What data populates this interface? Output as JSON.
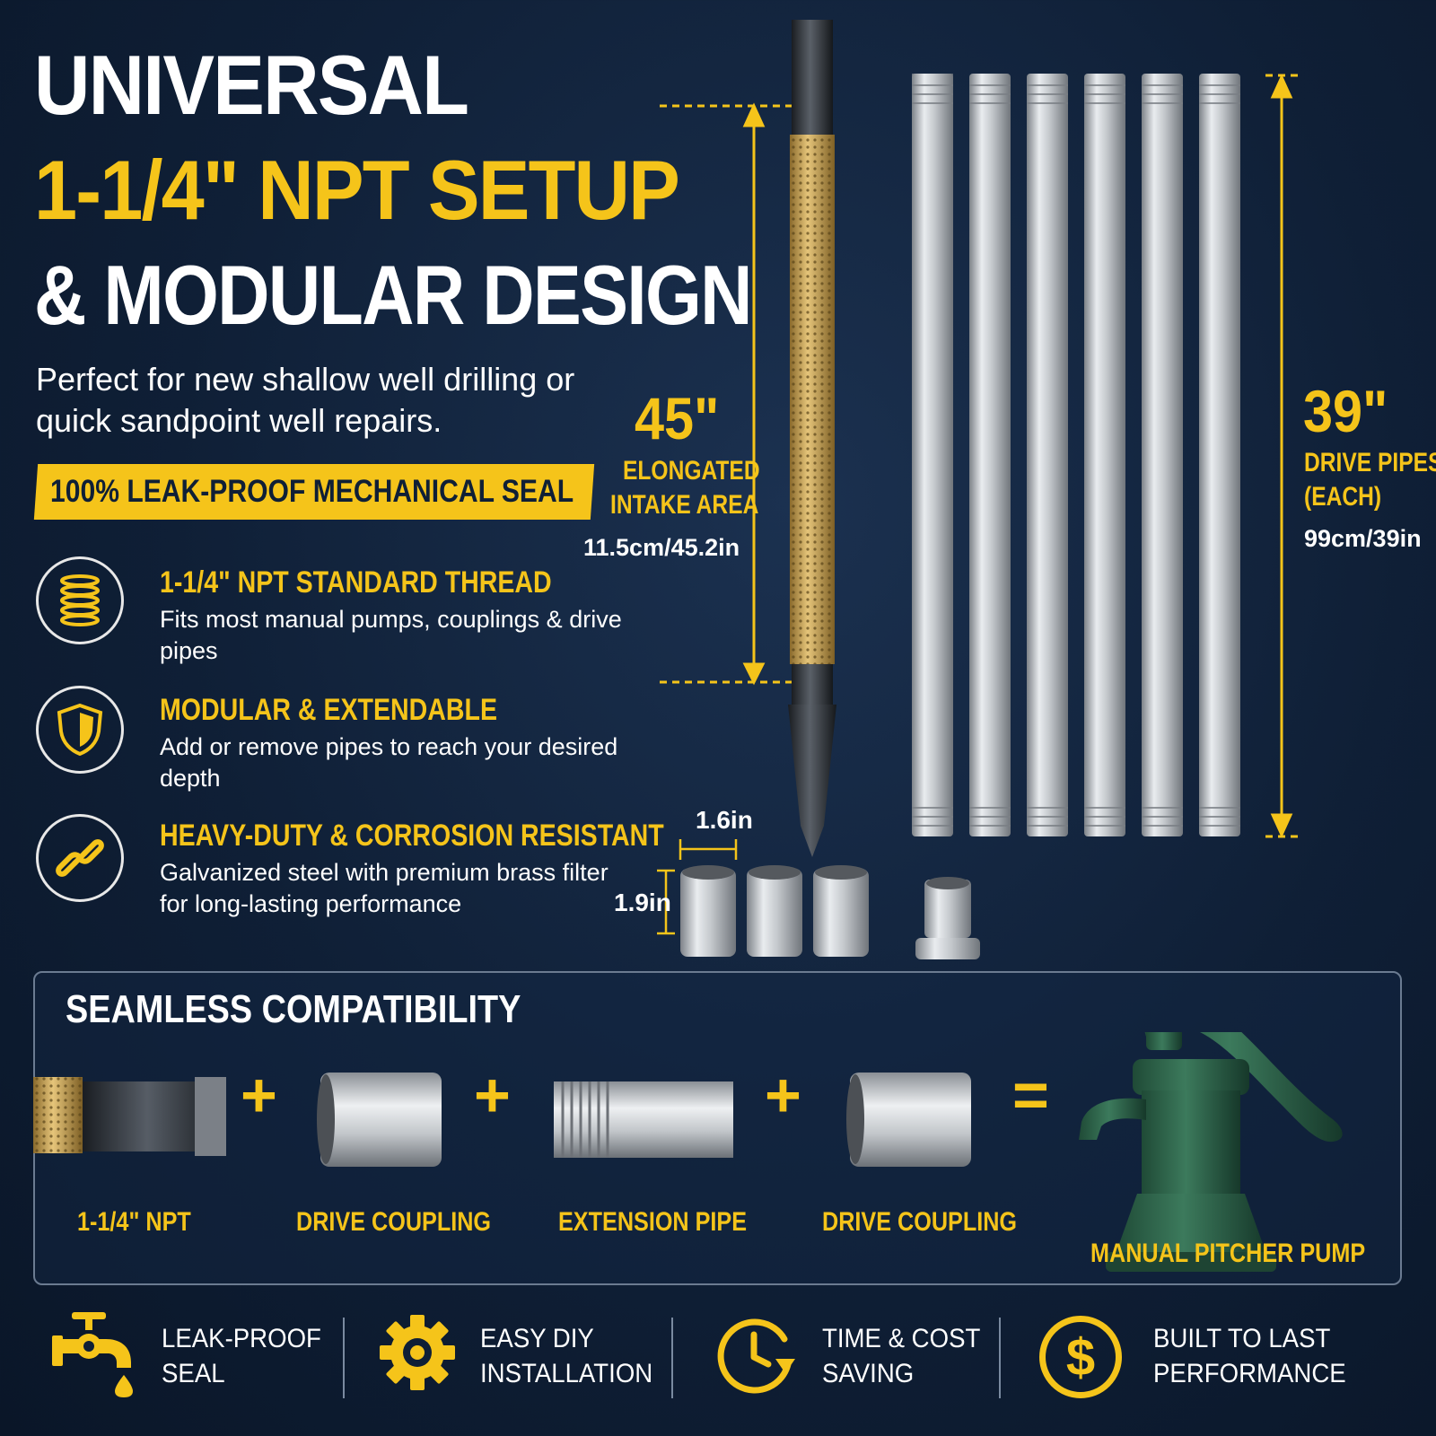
{
  "headline": {
    "line1": "UNIVERSAL",
    "line2": "1-1/4\" NPT SETUP",
    "line3": "& MODULAR DESIGN"
  },
  "subtitle": "Perfect for new shallow well drilling or quick sandpoint well repairs.",
  "seal_banner": "100% LEAK-PROOF MECHANICAL SEAL",
  "features": [
    {
      "icon": "thread-icon",
      "title": "1-1/4\" NPT STANDARD THREAD",
      "desc": "Fits most manual pumps, couplings & drive pipes"
    },
    {
      "icon": "shield-icon",
      "title": "MODULAR & EXTENDABLE",
      "desc": "Add or remove pipes to reach your desired depth"
    },
    {
      "icon": "chain-link-icon",
      "title": "HEAVY-DUTY & CORROSION RESISTANT",
      "desc": "Galvanized steel with premium brass filter for long-lasting performance"
    }
  ],
  "wellpoint_dim": {
    "value": "45\"",
    "label_line1": "ELONGATED",
    "label_line2": "INTAKE AREA",
    "metric": "11.5cm/45.2in"
  },
  "pipe_dim": {
    "value": "39\"",
    "label_line1": "DRIVE PIPES",
    "label_line2": "(EACH)",
    "metric": "99cm/39in"
  },
  "coupling_dims": {
    "width": "1.6in",
    "height": "1.9in"
  },
  "compatibility": {
    "title": "SEAMLESS COMPATIBILITY",
    "parts": [
      "1-1/4\" NPT",
      "DRIVE COUPLING",
      "EXTENSION PIPE",
      "DRIVE COUPLING"
    ],
    "result": "MANUAL PITCHER PUMP",
    "plus": "+",
    "equals": "="
  },
  "benefits": [
    {
      "icon": "faucet-drop-icon",
      "line1": "LEAK-PROOF",
      "line2": "SEAL"
    },
    {
      "icon": "gear-icon",
      "line1": "EASY DIY",
      "line2": "INSTALLATION"
    },
    {
      "icon": "clock-arrow-icon",
      "line1": "TIME & COST",
      "line2": "SAVING"
    },
    {
      "icon": "dollar-circle-icon",
      "line1": "BUILT TO LAST",
      "line2": "PERFORMANCE"
    }
  ],
  "colors": {
    "accent": "#f5c41a",
    "background": "#0f1f36",
    "text": "#ffffff"
  }
}
